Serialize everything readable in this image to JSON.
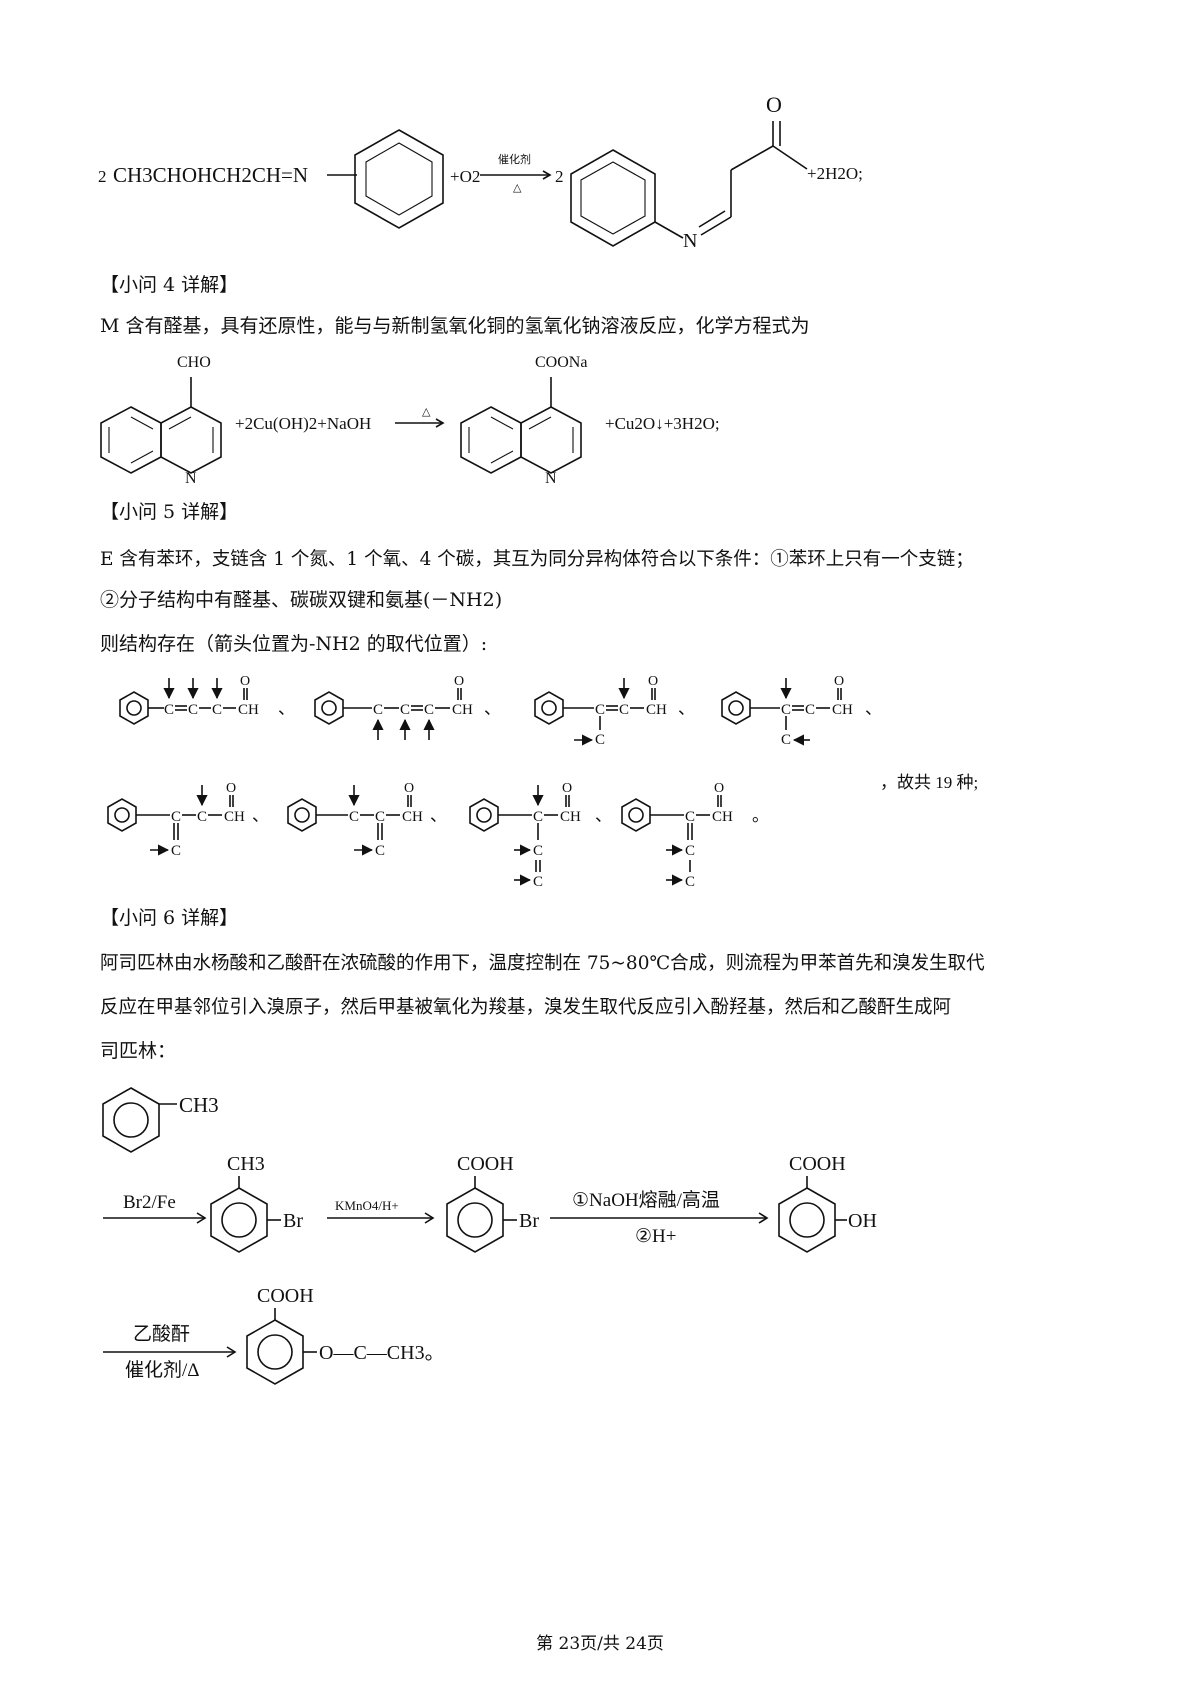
{
  "eq3": {
    "reactant_prefix": "2",
    "reactant_formula": "CH3CHOHCH2CH=N",
    "plus_o2": "+O2",
    "catalyst": "催化剂",
    "heat": "△",
    "product_prefix": "2",
    "product_O": "O",
    "product_N": "N",
    "water": "+2H2O;"
  },
  "q4": {
    "heading": "【小问 4 详解】",
    "text": "M 含有醛基，具有还原性，能与与新制氢氧化铜的氢氧化钠溶液反应，化学方程式为",
    "cho": "CHO",
    "reagents": "+2Cu(OH)2+NaOH",
    "heat": "△",
    "coona": "COONa",
    "products": "+Cu2O↓+3H2O;",
    "N": "N"
  },
  "q5": {
    "heading": "【小问 5 详解】",
    "line1": "E 含有苯环，支链含 1 个氮、1 个氧、4 个碳，其互为同分异构体符合以下条件：①苯环上只有一个支链；",
    "line2": "②分子结构中有醛基、碳碳双键和氨基(－NH2)",
    "line3": "则结构存在（箭头位置为-NH2 的取代位置）:",
    "C": "C",
    "CH": "CH",
    "O": "O",
    "sep": "、",
    "total": "，故共 19 种;",
    "end": "。"
  },
  "q6": {
    "heading": "【小问 6 详解】",
    "line1": "阿司匹林由水杨酸和乙酸酐在浓硫酸的作用下，温度控制在 75~80℃合成，则流程为甲苯首先和溴发生取代",
    "line2": "反应在甲基邻位引入溴原子，然后甲基被氧化为羧基，溴发生取代反应引入酚羟基，然后和乙酸酐生成阿",
    "line3": "司匹林：",
    "ch3": "CH3",
    "step1": "Br2/Fe",
    "br": "Br",
    "step2": "KMnO4/H+",
    "cooh": "COOH",
    "step3a": "①NaOH熔融/高温",
    "step3b": "②H+",
    "oh": "OH",
    "step4a": "乙酸酐",
    "step4b": "催化剂/Δ",
    "ester": "O—C—CH3。"
  },
  "footer": {
    "page": "第 23页/共 24页"
  }
}
